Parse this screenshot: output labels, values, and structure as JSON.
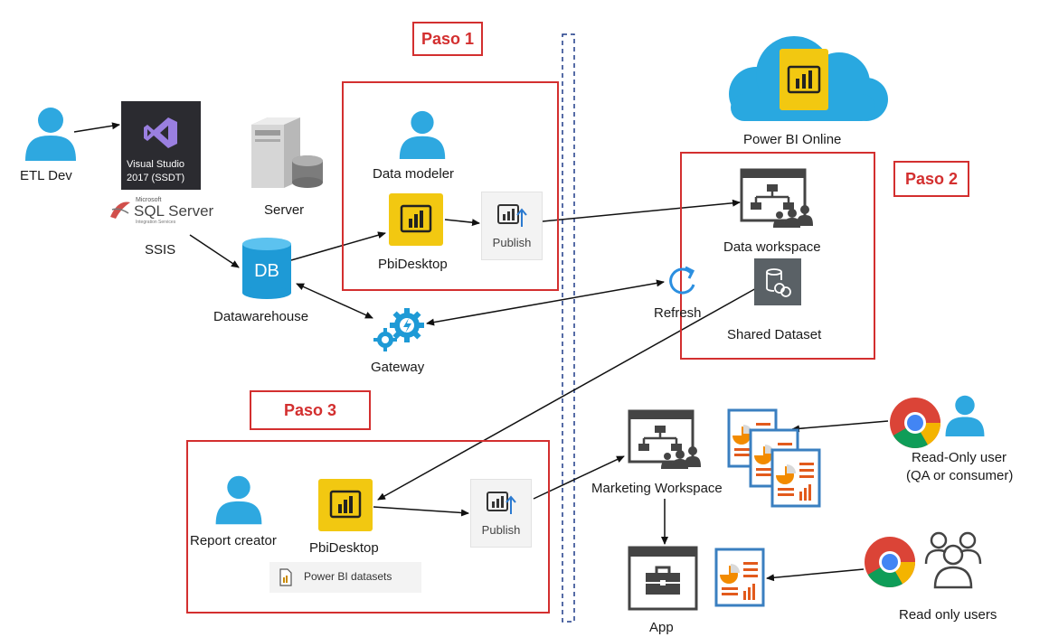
{
  "steps": {
    "paso1": "Paso 1",
    "paso2": "Paso 2",
    "paso3": "Paso 3"
  },
  "labels": {
    "etl_dev": "ETL Dev",
    "visual_studio_line1": "Visual Studio",
    "visual_studio_line2": "2017 (SSDT)",
    "sql_server_small": "Microsoft",
    "sql_server": "SQL Server",
    "sql_server_sub": "Integration Services",
    "ssis": "SSIS",
    "server": "Server",
    "db": "DB",
    "datawarehouse": "Datawarehouse",
    "gateway": "Gateway",
    "data_modeler": "Data modeler",
    "pbidesktop_1": "PbiDesktop",
    "publish_1": "Publish",
    "power_bi_online": "Power BI Online",
    "data_workspace": "Data workspace",
    "refresh": "Refresh",
    "shared_dataset": "Shared Dataset",
    "report_creator": "Report creator",
    "pbidesktop_2": "PbiDesktop",
    "publish_2": "Publish",
    "power_bi_datasets": "Power BI datasets",
    "marketing_workspace": "Marketing Workspace",
    "app": "App",
    "readonly_user_1": "Read-Only user",
    "readonly_user_2": "(QA or consumer)",
    "readonly_users": "Read only users"
  },
  "colors": {
    "accent_red": "#d32f2f",
    "powerbi_yellow": "#f2c811",
    "user_blue": "#2ea8e0",
    "cloud_blue": "#29a8e0",
    "vs_purple": "#7b5cc4",
    "dataset_gray": "#5a6166"
  },
  "icons": [
    "user-icon",
    "visual-studio-icon",
    "sql-server-logo",
    "server-icon",
    "database-icon",
    "gateway-icon",
    "powerbi-icon",
    "publish-icon",
    "cloud-icon",
    "workspace-icon",
    "refresh-icon",
    "dataset-icon",
    "report-icon",
    "chrome-icon",
    "users-group-icon",
    "app-icon"
  ]
}
